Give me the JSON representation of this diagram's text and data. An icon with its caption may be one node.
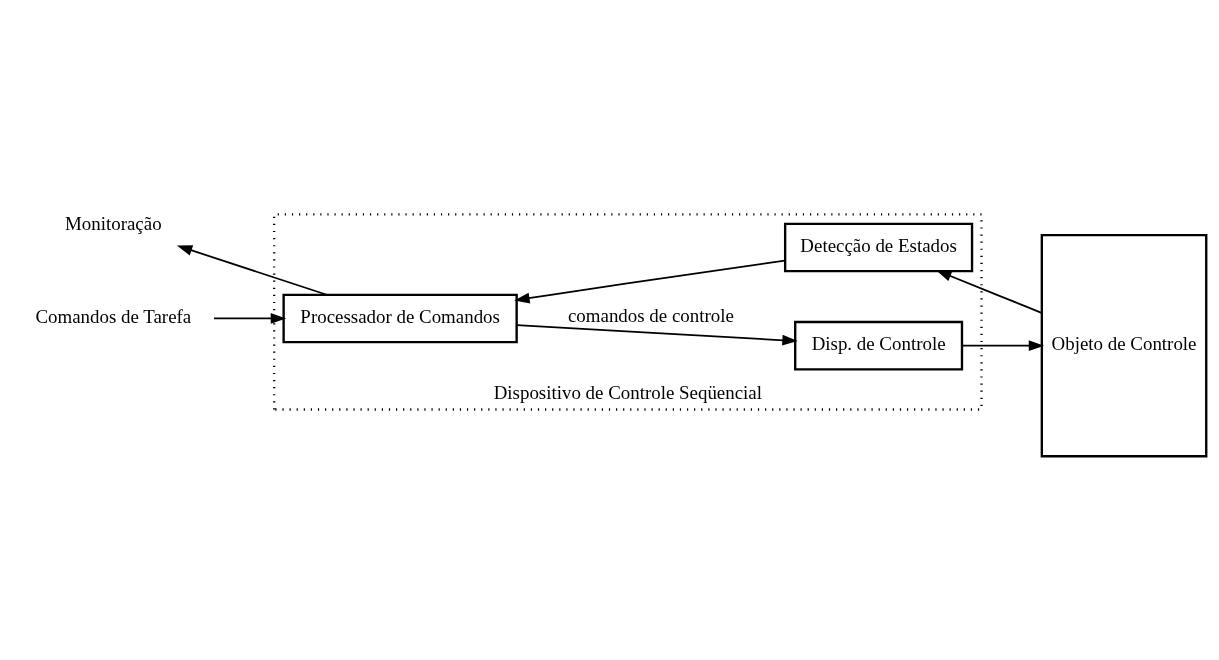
{
  "diagram": {
    "nodes": [
      {
        "text": [
          "Dispositivo de Controle Seqüencial"
        ]
      },
      {
        "text": [
          "Processador de Comandos"
        ],
        "in": 0
      },
      {
        "text": [
          "Disp. de Controle"
        ],
        "in": 0
      },
      {
        "text": [
          "Detecção de Estados"
        ],
        "in": 0
      },
      {
        "text": [
          "Objeto de Controle"
        ]
      },
      {
        "text": [
          "Comandos de Tarefa"
        ]
      },
      {
        "text": [
          "Monitoração"
        ]
      }
    ],
    "edges": [
      {
        "from": 5,
        "to": 1,
        "arrow": "to"
      },
      {
        "from": 1,
        "to": 6,
        "arrow": "to"
      },
      {
        "from": 1,
        "to": 2,
        "arrow": "to",
        "label": "comandos de controle"
      },
      {
        "from": 2,
        "to": 4,
        "arrow": "to"
      },
      {
        "from": 4,
        "to": 3,
        "arrow": "to"
      },
      {
        "from": 3,
        "to": 1,
        "arrow": "to"
      }
    ]
  }
}
